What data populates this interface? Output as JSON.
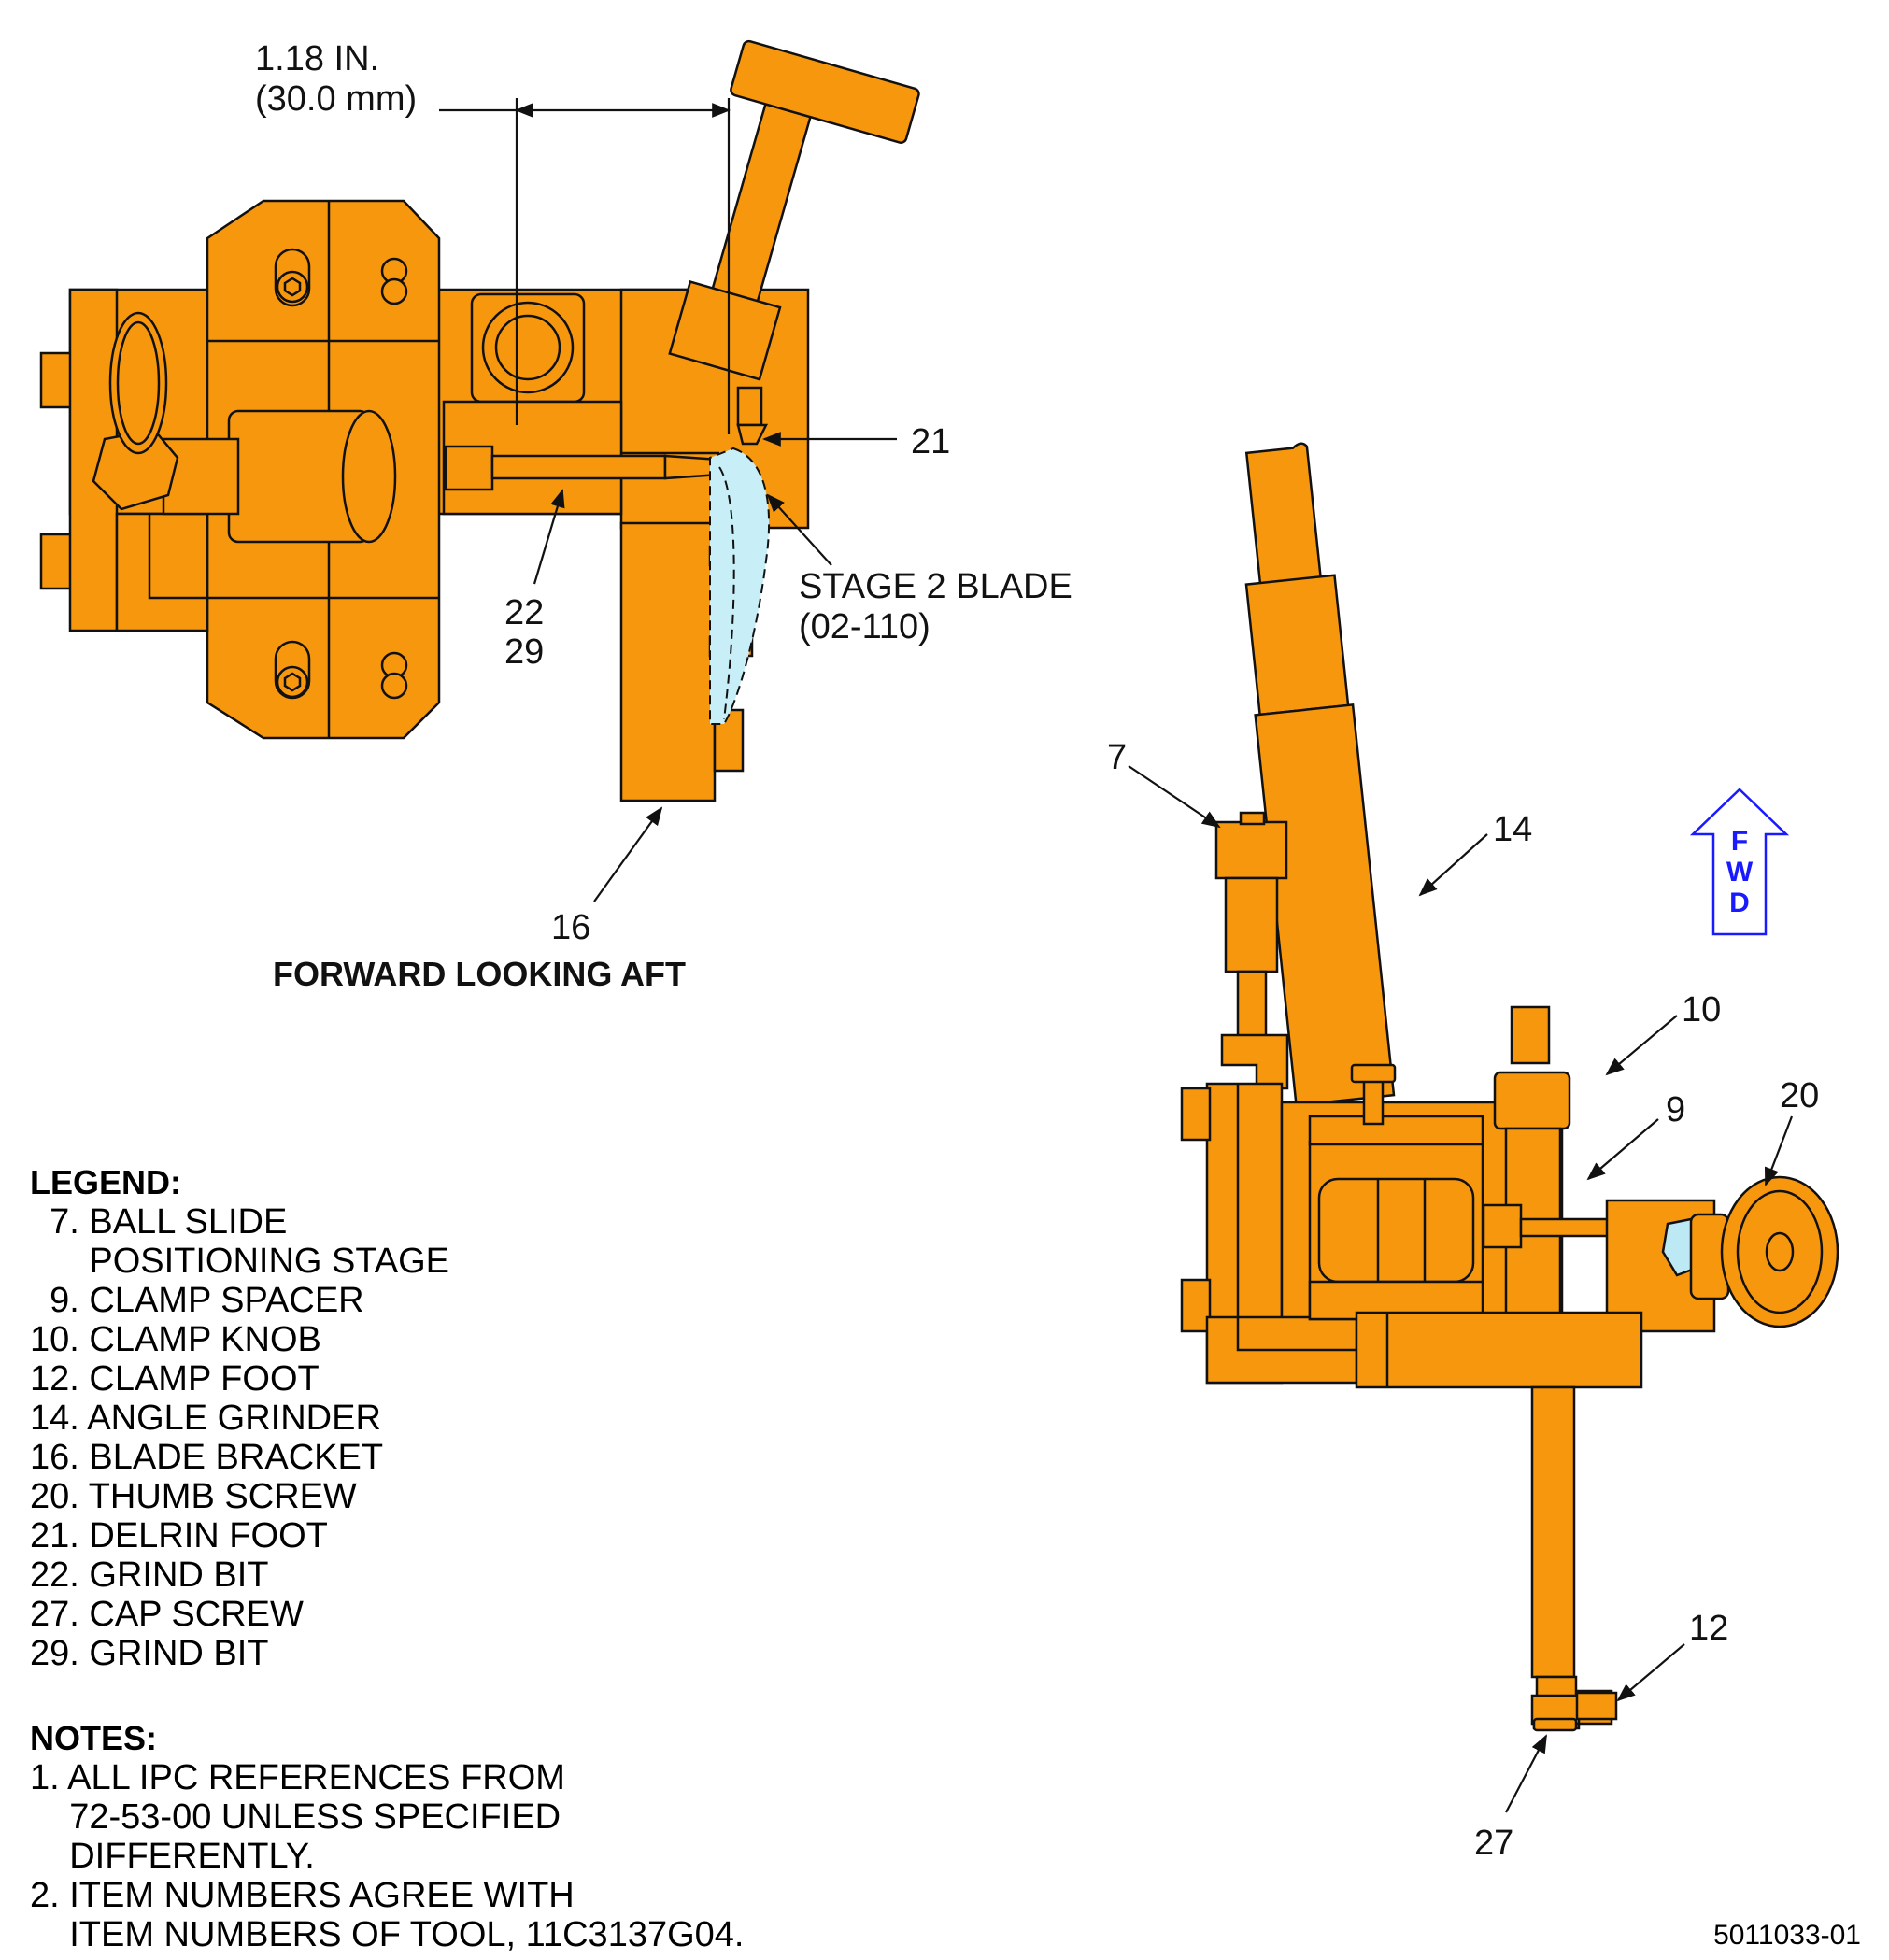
{
  "dimension": {
    "line1": "1.18 IN.",
    "line2": "(30.0 mm)"
  },
  "view_title": "FORWARD LOOKING AFT",
  "callouts": {
    "c21": "21",
    "blade_line1": "STAGE 2 BLADE",
    "blade_line2": "(02-110)",
    "c22": "22",
    "c29": "29",
    "c16": "16",
    "c7": "7",
    "c14": "14",
    "c10": "10",
    "c9": "9",
    "c20": "20",
    "c12": "12",
    "c27": "27"
  },
  "fwd_arrow": {
    "letters": [
      "F",
      "W",
      "D"
    ],
    "color": "#1a1aff"
  },
  "legend": {
    "title": "LEGEND:",
    "items": [
      "  7. BALL SLIDE",
      "      POSITIONING STAGE",
      "  9. CLAMP SPACER",
      "10. CLAMP KNOB",
      "12. CLAMP FOOT",
      "14. ANGLE GRINDER",
      "16. BLADE BRACKET",
      "20. THUMB SCREW",
      "21. DELRIN FOOT",
      "22. GRIND BIT",
      "27. CAP SCREW",
      "29. GRIND BIT"
    ]
  },
  "notes": {
    "title": "NOTES:",
    "items": [
      "1. ALL IPC REFERENCES FROM",
      "    72-53-00 UNLESS SPECIFIED",
      "    DIFFERENTLY.",
      "2. ITEM NUMBERS AGREE WITH",
      "    ITEM NUMBERS OF TOOL, 11C3137G04."
    ]
  },
  "document_number": "5011033-01",
  "colors": {
    "part_fill": "#f7970e",
    "blade_fill": "#c8eef8",
    "fwd_blue": "#1a1aff"
  }
}
